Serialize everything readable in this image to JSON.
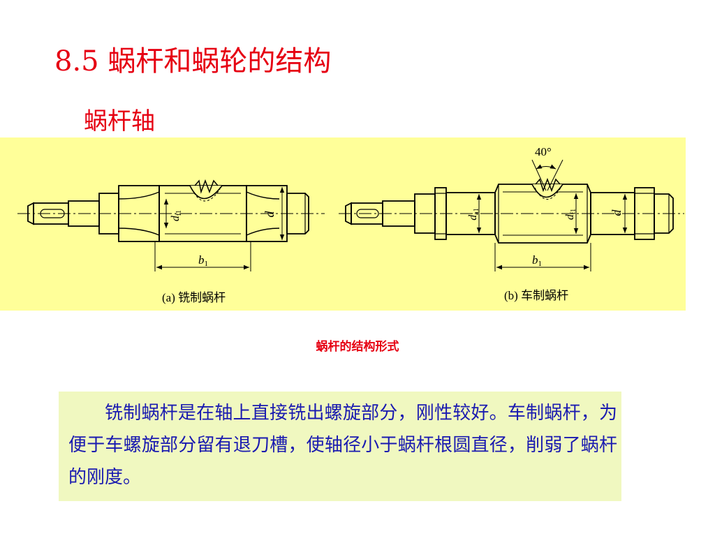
{
  "title": "8.5 蜗杆和蜗轮的结构",
  "subtitle": "蜗杆轴",
  "figure": {
    "left": {
      "caption": "(a) 铣制蜗杆",
      "dim_df": "d",
      "dim_df_sub": "f1",
      "dim_d": "d",
      "dim_b": "b",
      "dim_b_sub": "1"
    },
    "right": {
      "caption": "(b) 车制蜗杆",
      "angle": "40°",
      "dim_da": "d",
      "dim_da_sub": "a1",
      "dim_df": "d",
      "dim_df_sub": "f1",
      "dim_d": "d",
      "dim_b": "b",
      "dim_b_sub": "1"
    }
  },
  "figure_caption": "蜗杆的结构形式",
  "description": "铣制蜗杆是在轴上直接铣出螺旋部分，刚性较好。车制蜗杆，为便于车螺旋部分留有退刀槽，使轴径小于蜗杆根圆直径，削弱了蜗杆的刚度。",
  "colors": {
    "title": "#e60012",
    "figure_bg": "#ffff99",
    "text_box_bg": "#f0f8c0",
    "body_text": "#1a1ab0"
  }
}
